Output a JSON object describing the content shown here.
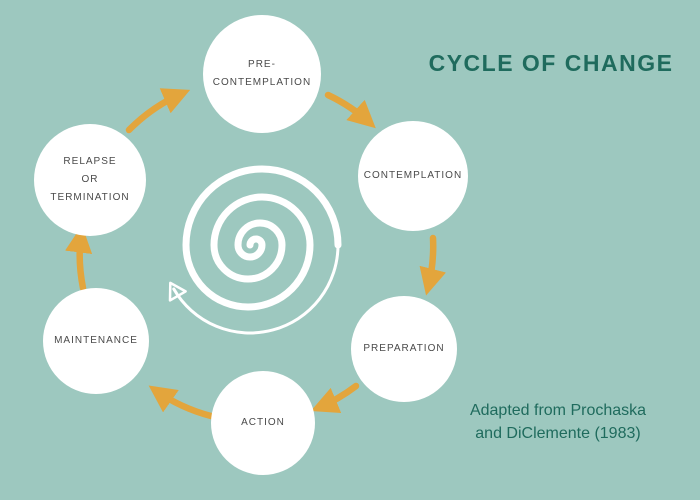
{
  "title": "CYCLE OF CHANGE",
  "attribution": {
    "line1": "Adapted from Prochaska",
    "line2": "and DiClemente (1983)"
  },
  "stages": [
    {
      "id": "pre-contemplation",
      "label": "PRE-\nCONTEMPLATION"
    },
    {
      "id": "contemplation",
      "label": "CONTEMPLATION"
    },
    {
      "id": "preparation",
      "label": "PREPARATION"
    },
    {
      "id": "action",
      "label": "ACTION"
    },
    {
      "id": "maintenance",
      "label": "MAINTENANCE"
    },
    {
      "id": "relapse-termination",
      "label": "RELAPSE\nOR\nTERMINATION"
    }
  ],
  "flow_direction": "clockwise",
  "colors": {
    "background": "#9dc8bf",
    "title_text": "#1f6b5d",
    "stage_text": "#4a4a4a",
    "arrow": "#e3a53c",
    "circle_fill": "#ffffff",
    "spiral": "#ffffff"
  }
}
